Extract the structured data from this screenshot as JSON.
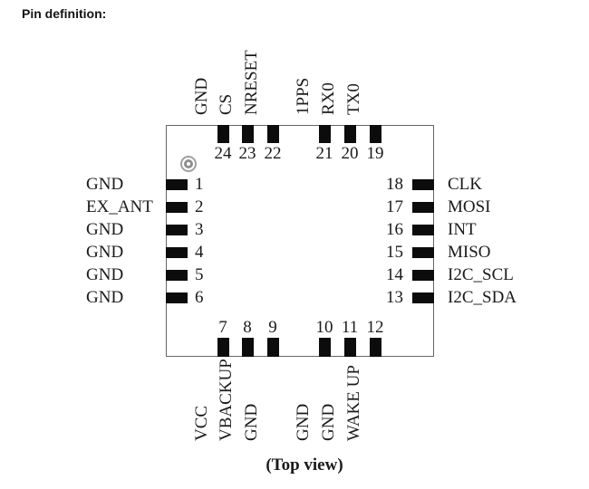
{
  "title": "Pin definition:",
  "caption": "(Top view)",
  "chip": {
    "package_pin_count": "24",
    "top_pins": [
      {
        "num": "24",
        "label": "GND"
      },
      {
        "num": "23",
        "label": "CS"
      },
      {
        "num": "22",
        "label": "NRESET"
      },
      {
        "num": "21",
        "label": "1PPS"
      },
      {
        "num": "20",
        "label": "RX0"
      },
      {
        "num": "19",
        "label": "TX0"
      }
    ],
    "left_pins": [
      {
        "num": "1",
        "label": "GND"
      },
      {
        "num": "2",
        "label": "EX_ANT"
      },
      {
        "num": "3",
        "label": "GND"
      },
      {
        "num": "4",
        "label": "GND"
      },
      {
        "num": "5",
        "label": "GND"
      },
      {
        "num": "6",
        "label": "GND"
      }
    ],
    "right_pins": [
      {
        "num": "18",
        "label": "CLK"
      },
      {
        "num": "17",
        "label": "MOSI"
      },
      {
        "num": "16",
        "label": "INT"
      },
      {
        "num": "15",
        "label": "MISO"
      },
      {
        "num": "14",
        "label": "I2C_SCL"
      },
      {
        "num": "13",
        "label": "I2C_SDA"
      }
    ],
    "bottom_pins": [
      {
        "num": "7",
        "label": "VCC"
      },
      {
        "num": "8",
        "label": "VBACKUP"
      },
      {
        "num": "9",
        "label": "GND"
      },
      {
        "num": "10",
        "label": "GND"
      },
      {
        "num": "11",
        "label": "GND"
      },
      {
        "num": "12",
        "label": "WAKE UP"
      }
    ]
  },
  "colors": {
    "pad_fill": "#0c0c0c",
    "body_outline": "#666666",
    "pin1_indicator": "#9e9e9e",
    "text": "#1a1a1a",
    "background": "#ffffff"
  }
}
